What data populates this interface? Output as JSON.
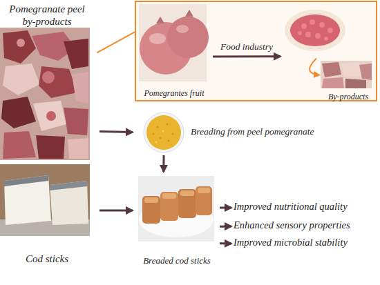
{
  "diagram": {
    "nodes": [
      {
        "text": [
          "Pomegranate peel by-products"
        ]
      },
      {
        "text": []
      },
      {
        "text": [
          "Pomegrantes fruit"
        ],
        "in": 1
      },
      {
        "text": [],
        "in": 1
      },
      {
        "text": [
          "By-products"
        ],
        "in": 1
      },
      {
        "text": [
          "Breading from peel pomegranate"
        ]
      },
      {
        "text": [
          "Cod sticks"
        ]
      },
      {
        "text": [
          "Breaded cod sticks"
        ]
      },
      {
        "text": [
          "Improved nutritional quality"
        ]
      },
      {
        "text": [
          "Enhanced sensory properties"
        ]
      },
      {
        "text": [
          "Improved microbial stability"
        ]
      }
    ],
    "edges": [
      {
        "from": 0,
        "to": 1,
        "arrow": "none"
      },
      {
        "from": 0,
        "to": 5,
        "arrow": "to"
      },
      {
        "from": 2,
        "to": 3,
        "label": "Food industry",
        "arrow": "to"
      },
      {
        "from": 3,
        "to": 4,
        "arrow": "to"
      },
      {
        "from": 5,
        "to": 7,
        "arrow": "to"
      },
      {
        "from": 6,
        "to": 7,
        "arrow": "to"
      },
      {
        "from": 7,
        "to": 8,
        "arrow": "to"
      },
      {
        "from": 7,
        "to": 9,
        "arrow": "to"
      },
      {
        "from": 7,
        "to": 10,
        "arrow": "to"
      }
    ]
  }
}
